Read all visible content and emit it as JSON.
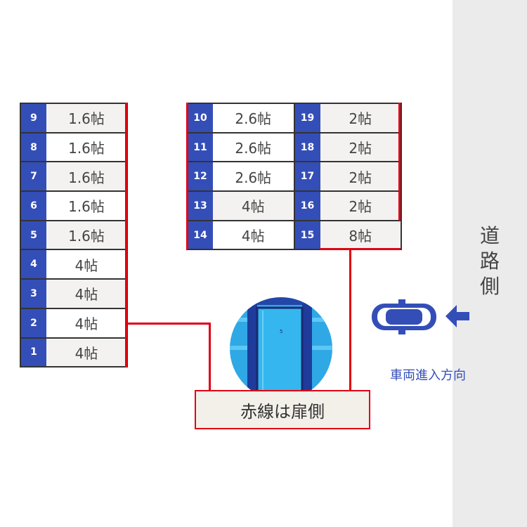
{
  "road_label": "道路側",
  "direction_label": "車両進入方向",
  "door_note": "赤線は扉側",
  "left_units": [
    {
      "no": "9",
      "size": "1.6帖"
    },
    {
      "no": "8",
      "size": "1.6帖"
    },
    {
      "no": "7",
      "size": "1.6帖"
    },
    {
      "no": "6",
      "size": "1.6帖"
    },
    {
      "no": "5",
      "size": "1.6帖"
    },
    {
      "no": "4",
      "size": "4帖"
    },
    {
      "no": "3",
      "size": "4帖"
    },
    {
      "no": "2",
      "size": "4帖"
    },
    {
      "no": "1",
      "size": "4帖"
    }
  ],
  "mid_units": [
    [
      {
        "no": "10",
        "size": "2.6帖"
      },
      {
        "no": "19",
        "size": "2帖"
      }
    ],
    [
      {
        "no": "11",
        "size": "2.6帖"
      },
      {
        "no": "18",
        "size": "2帖"
      }
    ],
    [
      {
        "no": "12",
        "size": "2.6帖"
      },
      {
        "no": "17",
        "size": "2帖"
      }
    ],
    [
      {
        "no": "13",
        "size": "4帖"
      },
      {
        "no": "16",
        "size": "2帖"
      }
    ],
    [
      {
        "no": "14",
        "size": "4帖"
      },
      {
        "no": "15",
        "size": "8帖"
      }
    ]
  ],
  "colors": {
    "accent": "#344eb8",
    "door_line": "#e00012"
  }
}
